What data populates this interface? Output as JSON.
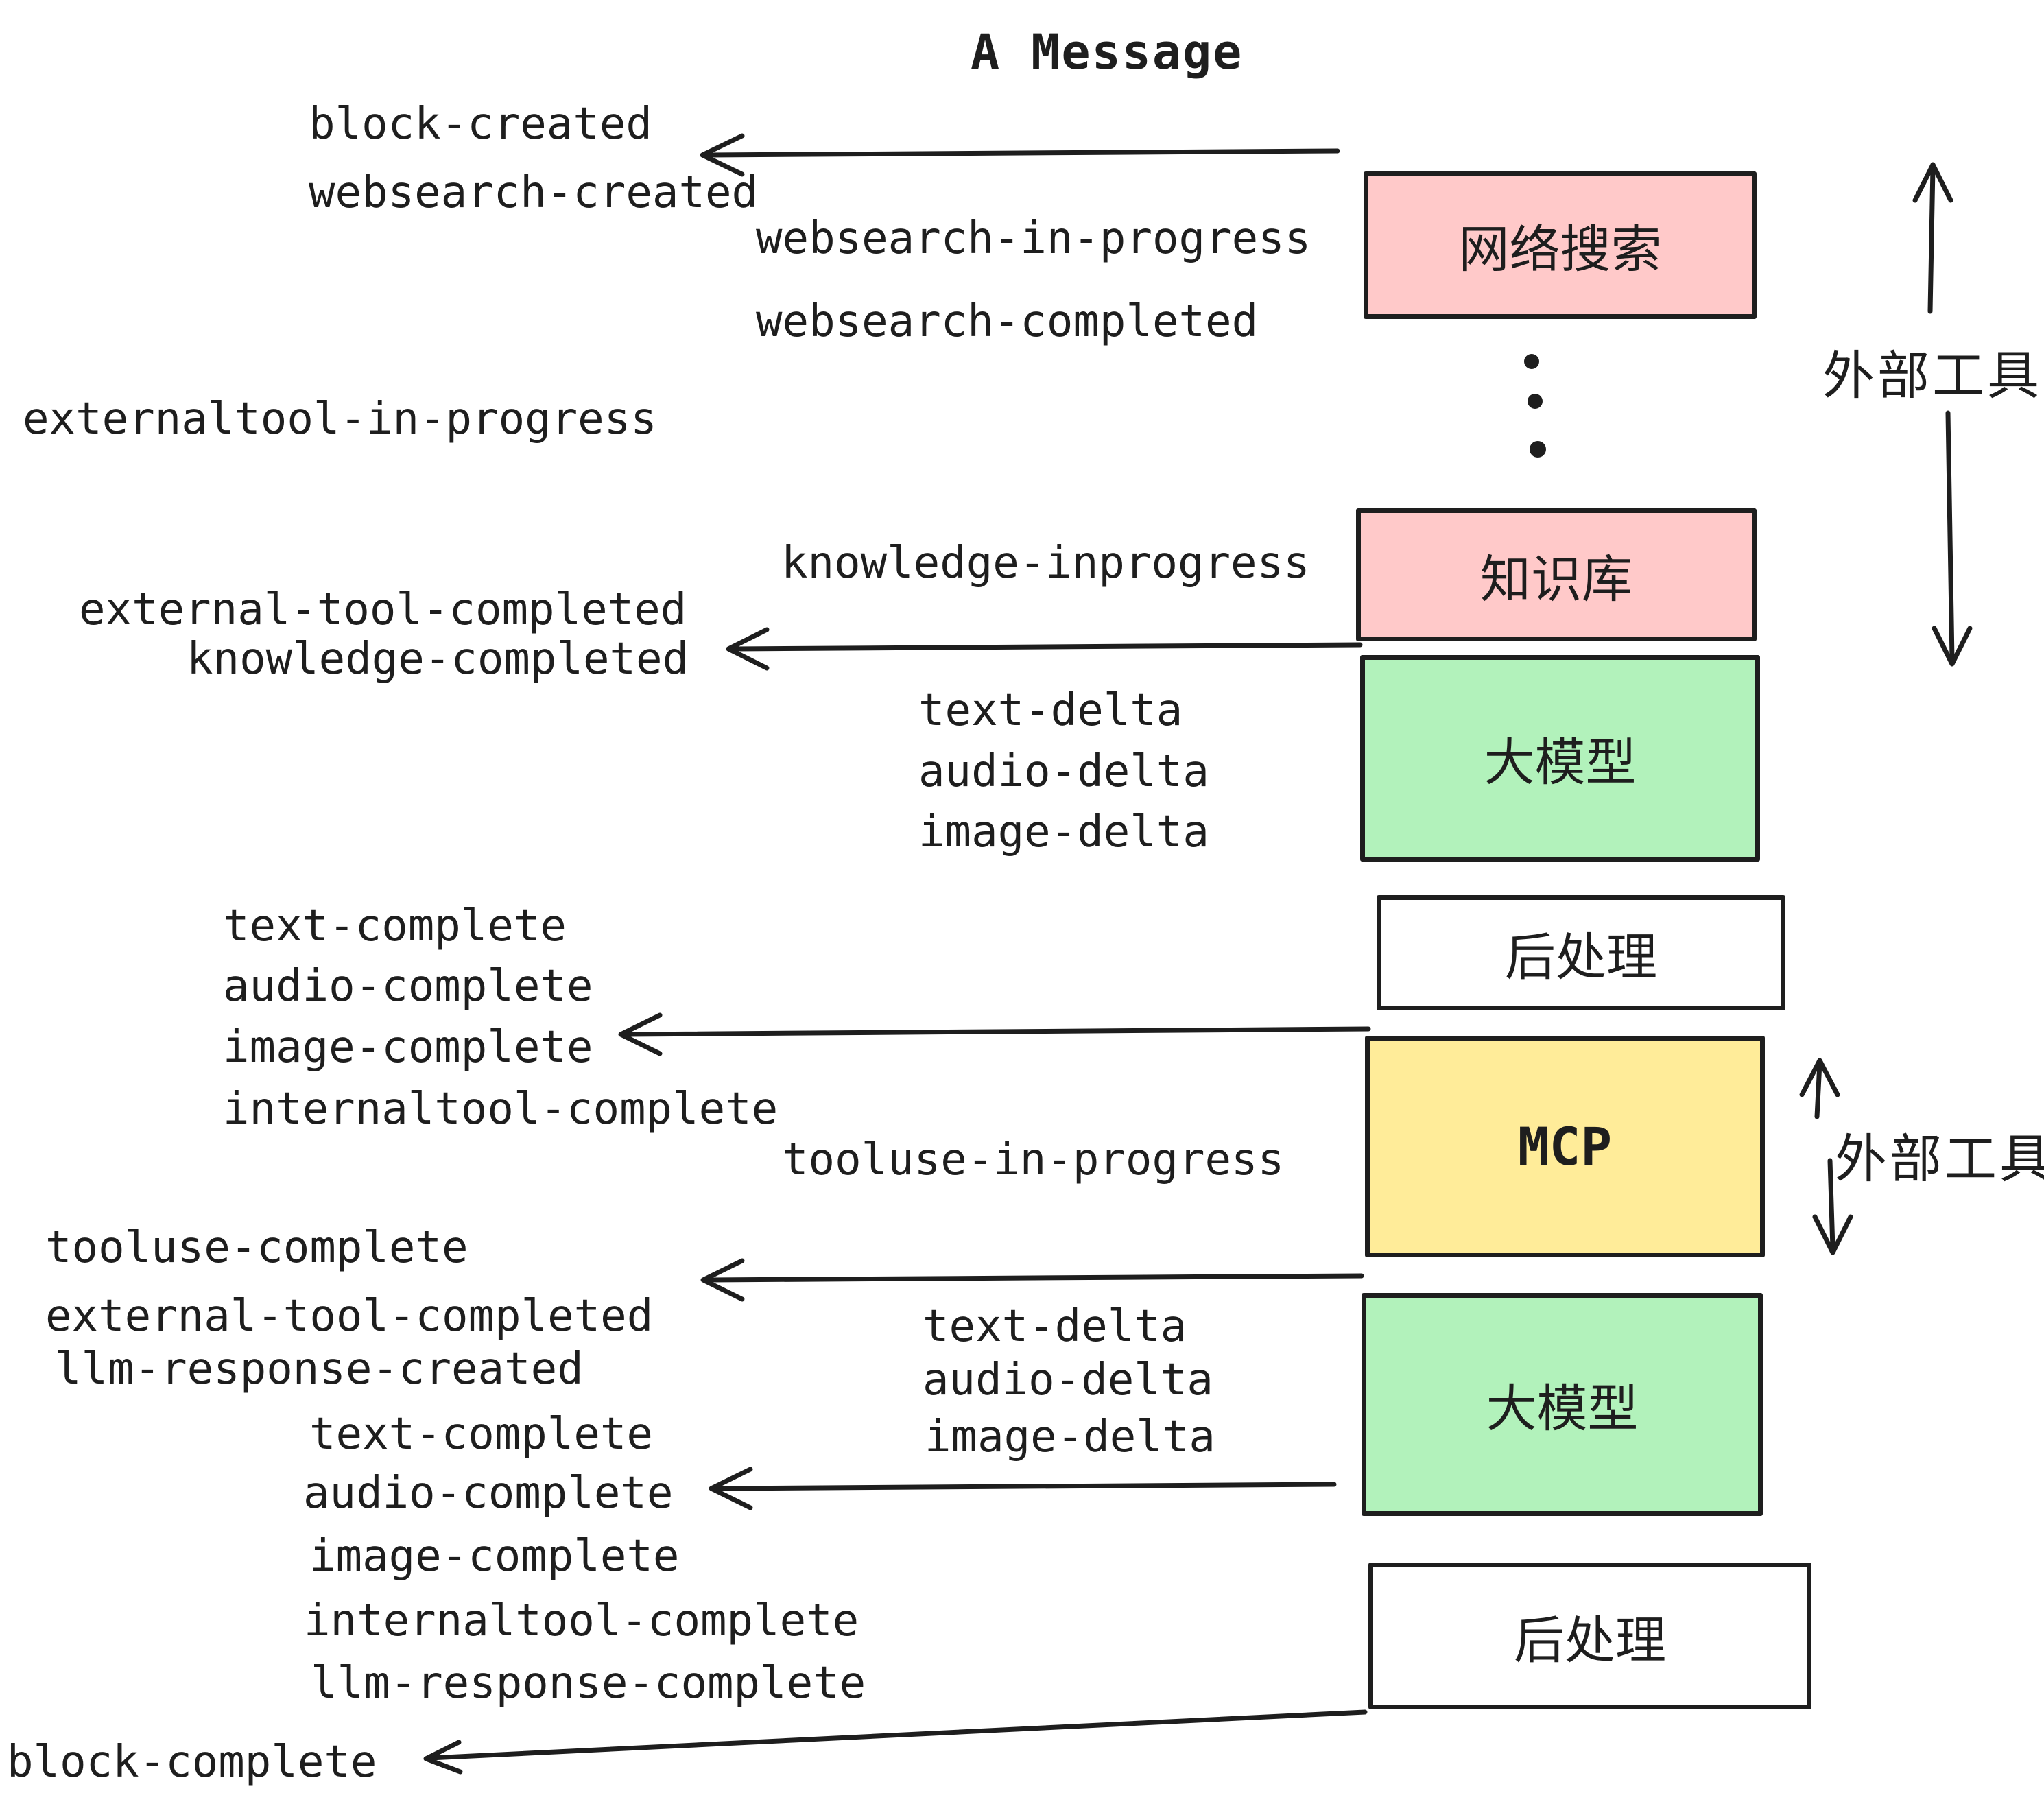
{
  "title": "A Message",
  "colors": {
    "pink": "#ffc9c9",
    "green": "#b2f2bb",
    "yellow": "#ffec99",
    "stroke": "#1e1e1e"
  },
  "boxes": [
    {
      "label": "网络搜索"
    },
    {
      "label": "知识库"
    },
    {
      "label": "大模型"
    },
    {
      "label": "后处理"
    },
    {
      "label": "MCP"
    },
    {
      "label": "大模型"
    },
    {
      "label": "后处理"
    }
  ],
  "side_labels": [
    {
      "text": "外部工具"
    },
    {
      "text": "外部工具"
    }
  ],
  "event_labels": [
    {
      "text": "block-created"
    },
    {
      "text": "websearch-created"
    },
    {
      "text": "websearch-in-progress"
    },
    {
      "text": "websearch-completed"
    },
    {
      "text": "externaltool-in-progress"
    },
    {
      "text": "knowledge-inprogress"
    },
    {
      "text": "external-tool-completed"
    },
    {
      "text": "knowledge-completed"
    },
    {
      "text": "text-delta"
    },
    {
      "text": "audio-delta"
    },
    {
      "text": "image-delta"
    },
    {
      "text": "text-complete"
    },
    {
      "text": "audio-complete"
    },
    {
      "text": "image-complete"
    },
    {
      "text": "internaltool-complete"
    },
    {
      "text": "tooluse-in-progress"
    },
    {
      "text": "tooluse-complete"
    },
    {
      "text": "external-tool-completed"
    },
    {
      "text": "llm-response-created"
    },
    {
      "text": "text-delta"
    },
    {
      "text": "audio-delta"
    },
    {
      "text": "image-delta"
    },
    {
      "text": "text-complete"
    },
    {
      "text": "audio-complete"
    },
    {
      "text": "image-complete"
    },
    {
      "text": "internaltool-complete"
    },
    {
      "text": "llm-response-complete"
    },
    {
      "text": "block-complete"
    }
  ]
}
